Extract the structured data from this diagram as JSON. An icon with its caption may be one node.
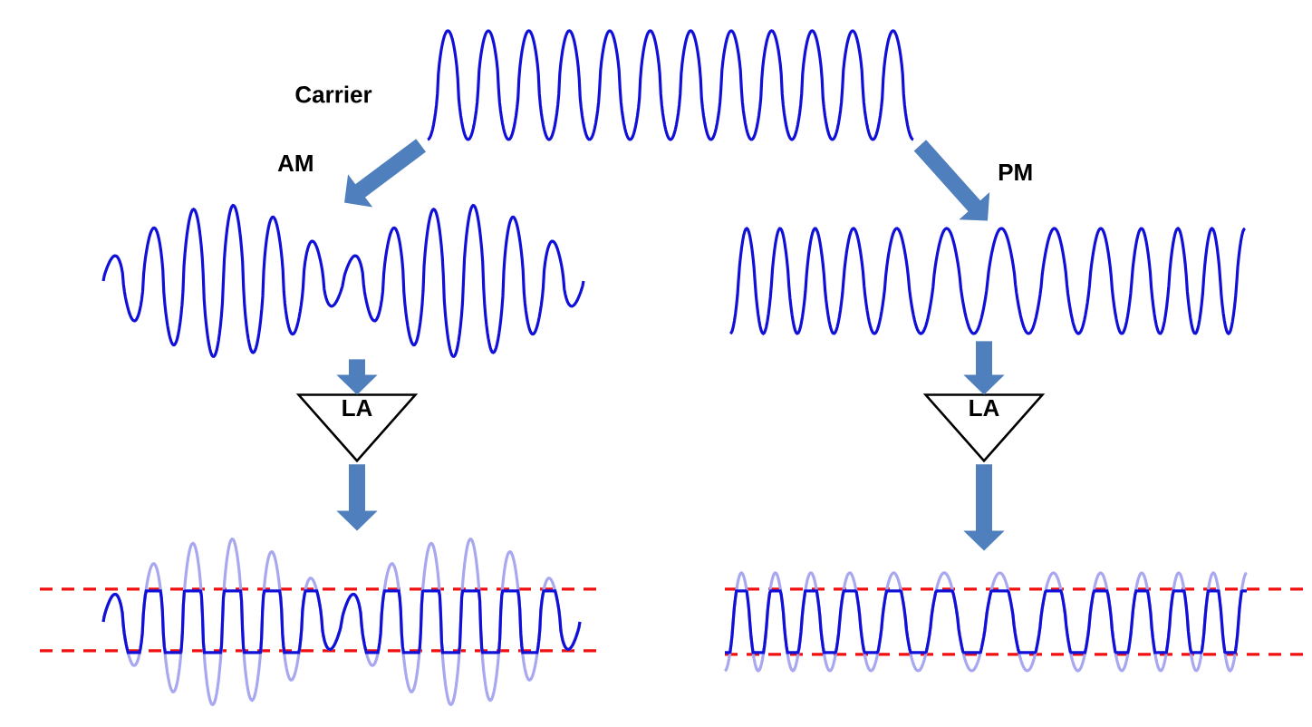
{
  "diagram": {
    "nodes": [
      {
        "text": [],
        "shape": "picture"
      },
      {
        "text": [],
        "shape": "picture"
      },
      {
        "text": [],
        "shape": "picture"
      },
      {
        "text": [
          "LA"
        ]
      },
      {
        "text": [
          "LA"
        ]
      },
      {
        "text": [],
        "shape": "picture"
      },
      {
        "text": [],
        "shape": "picture"
      }
    ],
    "edges": [
      {
        "from": 0,
        "to": 1,
        "arrow": "to",
        "label": "AM"
      },
      {
        "from": 0,
        "to": 2,
        "arrow": "to",
        "label": "PM"
      },
      {
        "from": 1,
        "to": 3,
        "arrow": "to"
      },
      {
        "from": 3,
        "to": 5,
        "arrow": "to"
      },
      {
        "from": 2,
        "to": 4,
        "arrow": "to"
      },
      {
        "from": 4,
        "to": 6,
        "arrow": "to"
      }
    ],
    "labels": [
      "Carrier"
    ]
  }
}
